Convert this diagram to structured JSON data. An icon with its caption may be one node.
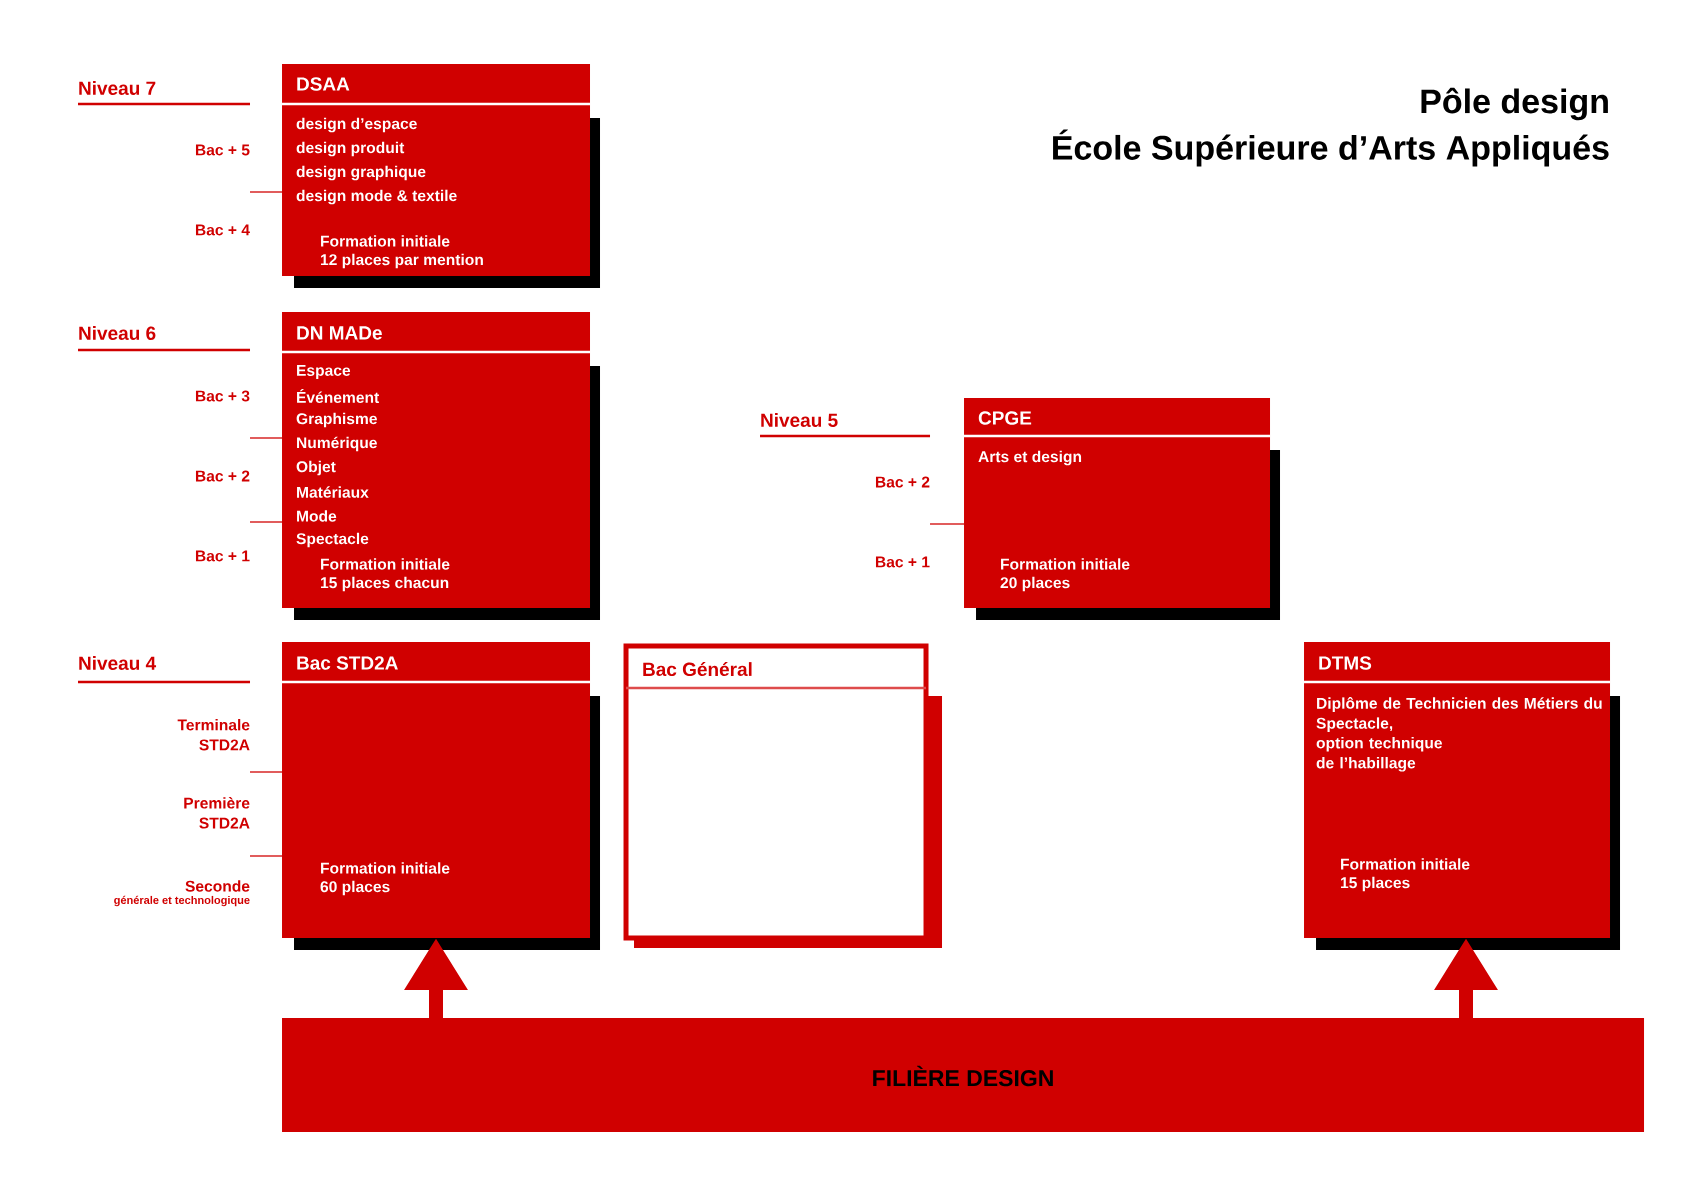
{
  "diagram": {
    "title": "Pôle design",
    "nodes": [
      {
        "text": [
          "DSAA",
          "design d’espace",
          "design produit",
          "design graphique",
          "design mode & textile",
          "Formation initiale",
          "12 places par mention"
        ],
        "beside": [
          "Niveau 7",
          "Bac + 5",
          "Bac + 4"
        ]
      },
      {
        "text": [
          "DN MADe",
          "Espace",
          "Événement",
          "Graphisme",
          "Numérique",
          "Objet",
          "Matériaux",
          "Mode",
          "Spectacle",
          "Formation initiale",
          "15 places chacun"
        ],
        "beside": [
          "Niveau 6",
          "Bac + 3",
          "Bac + 2",
          "Bac + 1"
        ]
      },
      {
        "text": [
          "CPGE",
          "Arts et design",
          "Formation initiale",
          "20 places"
        ],
        "beside": [
          "Niveau 5",
          "Bac + 2",
          "Bac + 1"
        ]
      },
      {
        "text": [
          "Bac STD2A",
          "Formation initiale",
          "60 places"
        ],
        "beside": [
          "Niveau 4",
          "Terminale STD2A",
          "Première STD2A",
          "Seconde",
          "générale et technologique"
        ]
      },
      {
        "text": [
          "Bac Général"
        ]
      },
      {
        "text": [
          "DTMS",
          "Diplôme de Technicien des Métiers du Spectacle,",
          "option technique de l’habillage",
          "Formation initiale",
          "15 places"
        ]
      },
      {
        "text": [
          "FILIÈRE DESIGN"
        ]
      }
    ],
    "edges": [
      {
        "from": 6,
        "to": 3,
        "arrow": "to"
      },
      {
        "from": 6,
        "to": 5,
        "arrow": "to"
      }
    ],
    "labels": [
      "École Supérieure d’Arts Appliqués"
    ]
  }
}
